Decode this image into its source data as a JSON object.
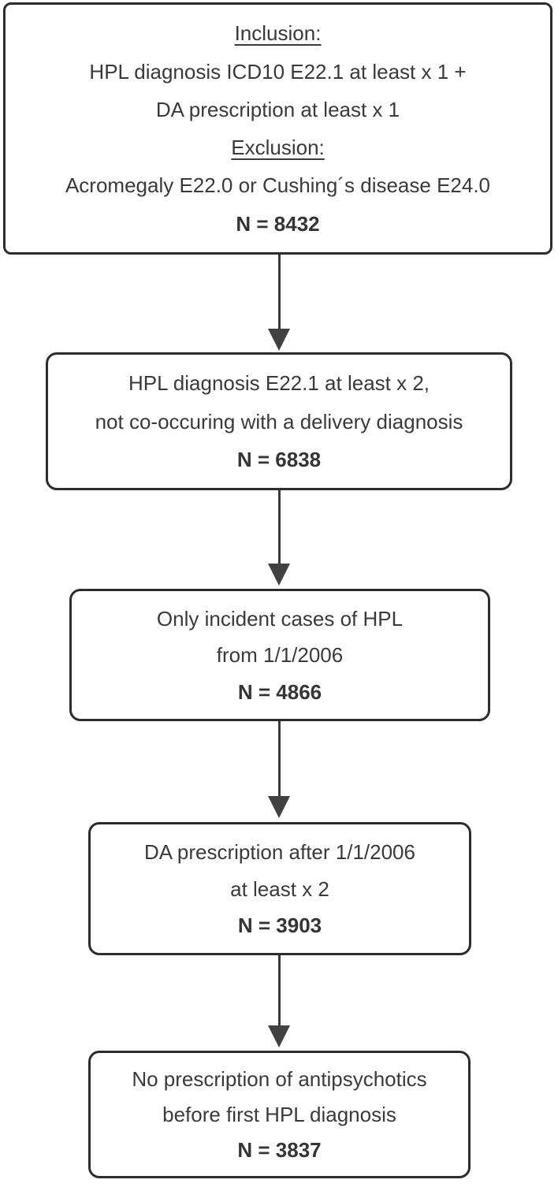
{
  "diagram": {
    "type": "flowchart",
    "background_color": "#ffffff",
    "border_color": "#2d2d2d",
    "text_color": "#3a3a3a",
    "arrow_color": "#414141",
    "boxes": [
      {
        "lines": [
          "Inclusion:",
          "HPL diagnosis ICD10 E22.1 at least x 1 +",
          "DA prescription at least x 1",
          "Exclusion:",
          "Acromegaly E22.0 or Cushing´s disease E24.0",
          "N = 8432"
        ]
      },
      {
        "lines": [
          "HPL diagnosis E22.1 at least x 2,",
          "not co-occuring with a delivery diagnosis",
          "N = 6838"
        ]
      },
      {
        "lines": [
          "Only incident cases of HPL",
          "from 1/1/2006",
          "N = 4866"
        ]
      },
      {
        "lines": [
          "DA prescription after 1/1/2006",
          "at least x 2",
          "N = 3903"
        ]
      },
      {
        "lines": [
          "No prescription of antipsychotics",
          "before first HPL diagnosis",
          "N = 3837"
        ]
      }
    ]
  }
}
